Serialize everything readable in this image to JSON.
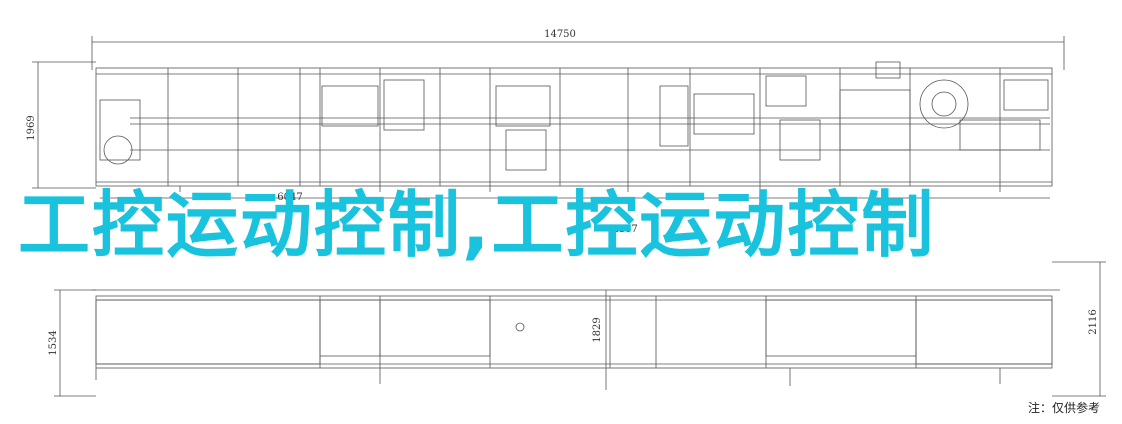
{
  "dimensions": {
    "top_total": "14750",
    "left_upper_height": "1969",
    "mid_left": "6047",
    "mid_center": "4187",
    "lower_left_height": "1534",
    "lower_center_height": "1829",
    "lower_right_height": "2116"
  },
  "overlay_text": "工控运动控制,工控运动控制",
  "note": "注：仅供参考",
  "colors": {
    "overlay": "#19c2dd",
    "line": "#555555"
  }
}
